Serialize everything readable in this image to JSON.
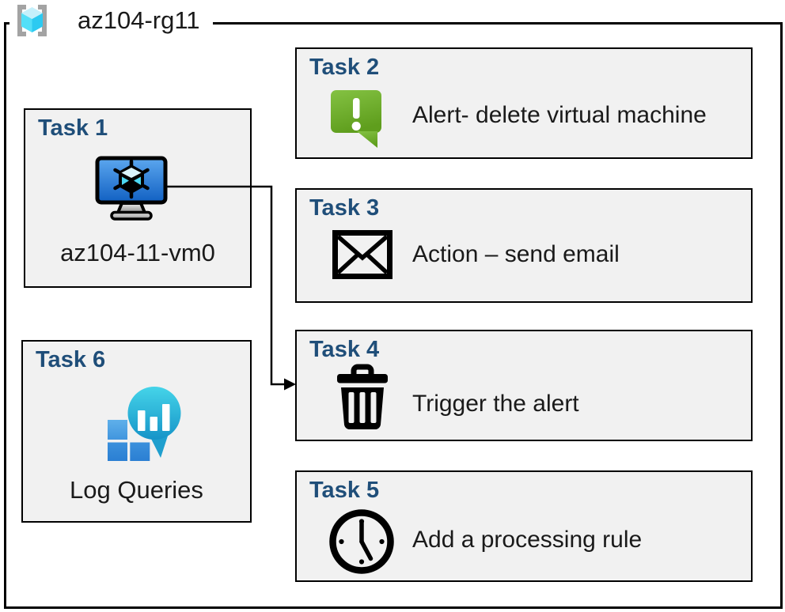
{
  "header": {
    "title": "az104-rg11",
    "icon": "resource-group-icon"
  },
  "tasks": [
    {
      "label": "Task 1",
      "text": "az104-11-vm0",
      "icon": "virtual-machine-icon"
    },
    {
      "label": "Task 2",
      "text": "Alert- delete virtual machine",
      "icon": "alert-message-icon"
    },
    {
      "label": "Task 3",
      "text": "Action – send email",
      "icon": "email-envelope-icon"
    },
    {
      "label": "Task 4",
      "text": "Trigger the alert",
      "icon": "trash-can-icon"
    },
    {
      "label": "Task 5",
      "text": "Add a processing rule",
      "icon": "clock-icon"
    },
    {
      "label": "Task 6",
      "text": "Log Queries",
      "icon": "log-analytics-icon"
    }
  ],
  "connector": {
    "from": "Task 1",
    "to": "Task 4"
  },
  "colors": {
    "task_label": "#1f4e79",
    "box_fill": "#f1f1f1",
    "box_border": "#000000",
    "frame_border": "#000000",
    "alert_green_top": "#84c243",
    "alert_green_bottom": "#5f9e1d",
    "vm_screen_blue_top": "#5ca7ef",
    "vm_screen_blue_bottom": "#1160c2",
    "log_analytics_teal_top": "#45d4e9",
    "log_analytics_teal_bottom": "#1694c8",
    "log_square_blue": "#2e82d8",
    "resource_group_cyan": "#50e0f8",
    "bracket_gray": "#a3a3a3"
  }
}
